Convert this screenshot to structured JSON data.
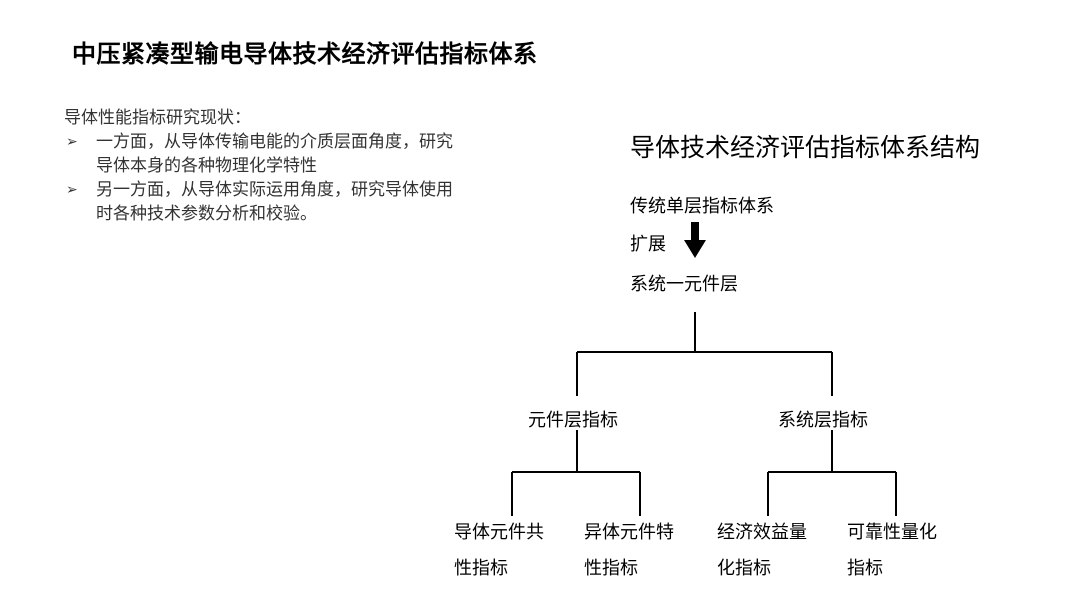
{
  "title": "中压紧凑型输电导体技术经济评估指标体系",
  "status": {
    "heading": "导体性能指标研究现状：",
    "bullets": [
      {
        "line1": "一方面，从导体传输电能的介质层面角度，研究",
        "line2": "导体本身的各种物理化学特性"
      },
      {
        "line1": "另一方面，从导体实际运用角度，研究导体使用",
        "line2": "时各种技术参数分析和校验。"
      }
    ],
    "bullet_icon": "arrow-bullet-icon"
  },
  "structure": {
    "title": "导体技术经济评估指标体系结构",
    "traditional": "传统单层指标体系",
    "expand": "扩展",
    "system_component": "系统一元件层",
    "component_layer": "元件层指标",
    "system_layer": "系统层指标",
    "leaves": [
      {
        "line1": "导体元件共",
        "line2": "性指标"
      },
      {
        "line1": "异体元件特",
        "line2": "性指标"
      },
      {
        "line1": "经济效益量",
        "line2": "化指标"
      },
      {
        "line1": "可靠性量化",
        "line2": "指标"
      }
    ]
  }
}
